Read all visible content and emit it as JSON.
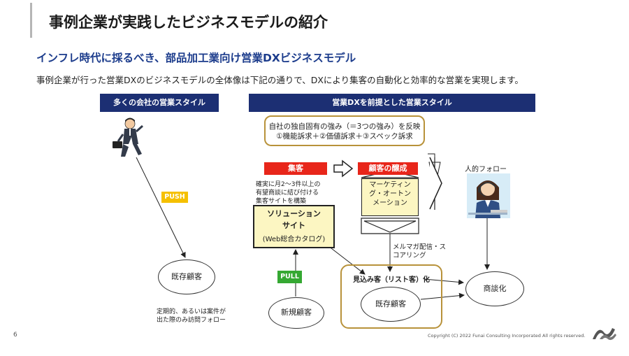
{
  "page": {
    "title": "事例企業が実践したビジネスモデルの紹介",
    "subtitle": "インフレ時代に採るべき、部品加工業向け営業DXビジネスモデル",
    "description": "事例企業が行った営業DXのビジネスモデルの全体像は下記の通りで、DXにより集客の自動化と効率的な営業を実現します。",
    "page_number": "6",
    "copyright": "Copyright (C) 2022 Funai Consulting Incorporated All rights reserved."
  },
  "diagram": {
    "left_header": "多くの会社の営業スタイル",
    "right_header": "営業DXを前提とした営業スタイル",
    "strength_line1": "自社の独自固有の強み（＝3つの強み）を反映",
    "strength_line2": "①機能訴求＋②価値訴求＋③スペック訴求",
    "shukyaku": "集客",
    "kokyaku_jousei": "顧客の醸成",
    "shukyaku_note_1": "確実に月2～3件以上の",
    "shukyaku_note_2": "有望商談に結び付ける",
    "shukyaku_note_3": "集客サイトを構築",
    "solution_line1": "ソリューション",
    "solution_line2": "サイト",
    "solution_line3": "(Web総合カタログ)",
    "ma_line1": "マーケティン",
    "ma_line2": "グ・オートン",
    "ma_line3": "メーション",
    "mailmag_1": "メルマガ配信・ス",
    "mailmag_2": "コアリング",
    "human_follow": "人的フォロー",
    "mikomi": "見込み客（リスト客）化",
    "kizon_right": "既存顧客",
    "shodan": "商談化",
    "shinki": "新規顧客",
    "pull": "PULL",
    "push": "PUSH",
    "kizon_left": "既存顧客",
    "left_note_1": "定期的、あるいは案件が",
    "left_note_2": "出た際のみ訪問フォロー"
  }
}
